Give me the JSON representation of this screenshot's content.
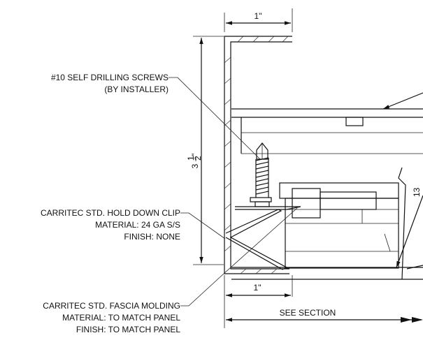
{
  "dimensions": {
    "top_width": "1\"",
    "bottom_width": "1\"",
    "height_whole": "3",
    "height_fraction_num": "1",
    "height_fraction_den": "2",
    "height_unit": "\"",
    "right_partial": "13"
  },
  "callouts": {
    "screws": {
      "line1": "#10 SELF DRILLING SCREWS",
      "line2": "(BY INSTALLER)"
    },
    "clip": {
      "line1": "CARRITEC STD. HOLD DOWN CLIP",
      "line2": "MATERIAL: 24 GA S/S",
      "line3": "FINISH: NONE"
    },
    "fascia": {
      "line1": "CARRITEC STD. FASCIA MOLDING",
      "line2": "MATERIAL: TO MATCH PANEL",
      "line3": "FINISH: TO MATCH PANEL"
    },
    "section": "SEE SECTION"
  }
}
